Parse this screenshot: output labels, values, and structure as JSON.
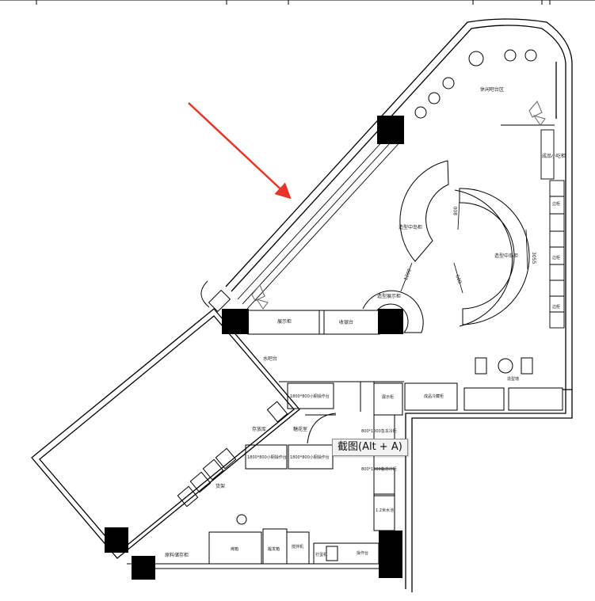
{
  "colors": {
    "arrow": "#e8352a",
    "column": "#000000",
    "line": "#000000",
    "tooltip_bg": "#f2f2f2"
  },
  "tooltip": {
    "text": "截图(Alt + A)"
  },
  "labels": {
    "rest_bar": "休闲吧台区",
    "finished_cabinet": "成品小吃柜",
    "styling_island_1": "造型中岛柜",
    "styling_island_2": "造型中岛柜",
    "styling_display": "造型展示柜",
    "display_cabinet": "展示柜",
    "cashier": "收银台",
    "water_bar": "水吧台",
    "fridge_console_1": "1800*800小橱操作台",
    "fridge_console_2": "1800*800小橱操作台",
    "fridge_console_3": "1800*800小橱操作台",
    "display_cabinet_2": "展示柜",
    "finished_cooler": "成品冷藏柜",
    "cooler_1": "800*1000急冻冷柜",
    "cooler_2": "800*1000急冻冷柜",
    "sink_1_2": "1.2米水池",
    "dessert_area": "糖花室",
    "warehouse": "存放库",
    "shelf": "货架",
    "storage_rack": "原料储存柜",
    "oven": "烤箱",
    "proofer": "醒发箱",
    "mixer": "搅拌机",
    "console_bottom": "操作台",
    "print": "打蛋机",
    "styling_wall": "造型墙",
    "side_cab_1": "边柜",
    "side_cab_2": "边柜",
    "side_cab_3": "边柜"
  },
  "dimensions": {
    "d800": "800",
    "d1200": "1200",
    "d600": "600",
    "d3055": "3055"
  }
}
